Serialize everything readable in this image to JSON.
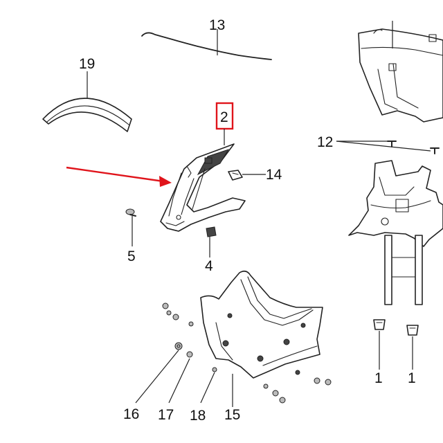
{
  "callouts": {
    "c1a": "1",
    "c1b": "1",
    "c2": "2",
    "c4": "4",
    "c5": "5",
    "c12": "12",
    "c13": "13",
    "c14": "14",
    "c15": "15",
    "c16": "16",
    "c17": "17",
    "c18": "18",
    "c19": "19"
  },
  "highlight": {
    "part_number": "2",
    "box_color": "#e0141b",
    "arrow_color": "#e0141b"
  }
}
